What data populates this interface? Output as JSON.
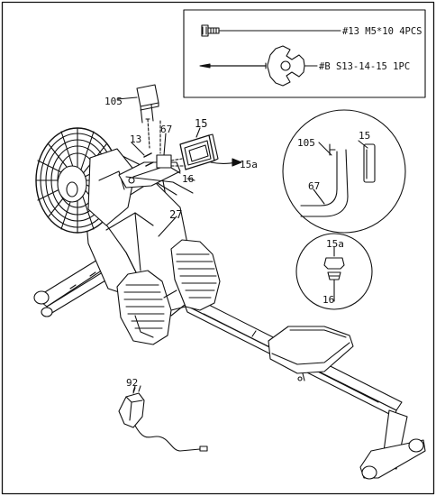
{
  "parts_box": {
    "bolt_text": "#13 M5*10 4PCS",
    "tool_text": "#B S13-14-15 1PC"
  },
  "labels": {
    "l105": "105",
    "l13": "13",
    "l67": "67",
    "l15": "15",
    "l15a": "15a",
    "l16": "16",
    "l27": "27",
    "l92": "92"
  },
  "detail_top": {
    "l105": "105",
    "l15": "15",
    "l67": "67"
  },
  "detail_bottom": {
    "l15a": "15a",
    "l16": "16"
  },
  "icons": [
    "bolt-icon",
    "wrench-icon",
    "power-adapter-icon",
    "rowing-machine-icon"
  ]
}
